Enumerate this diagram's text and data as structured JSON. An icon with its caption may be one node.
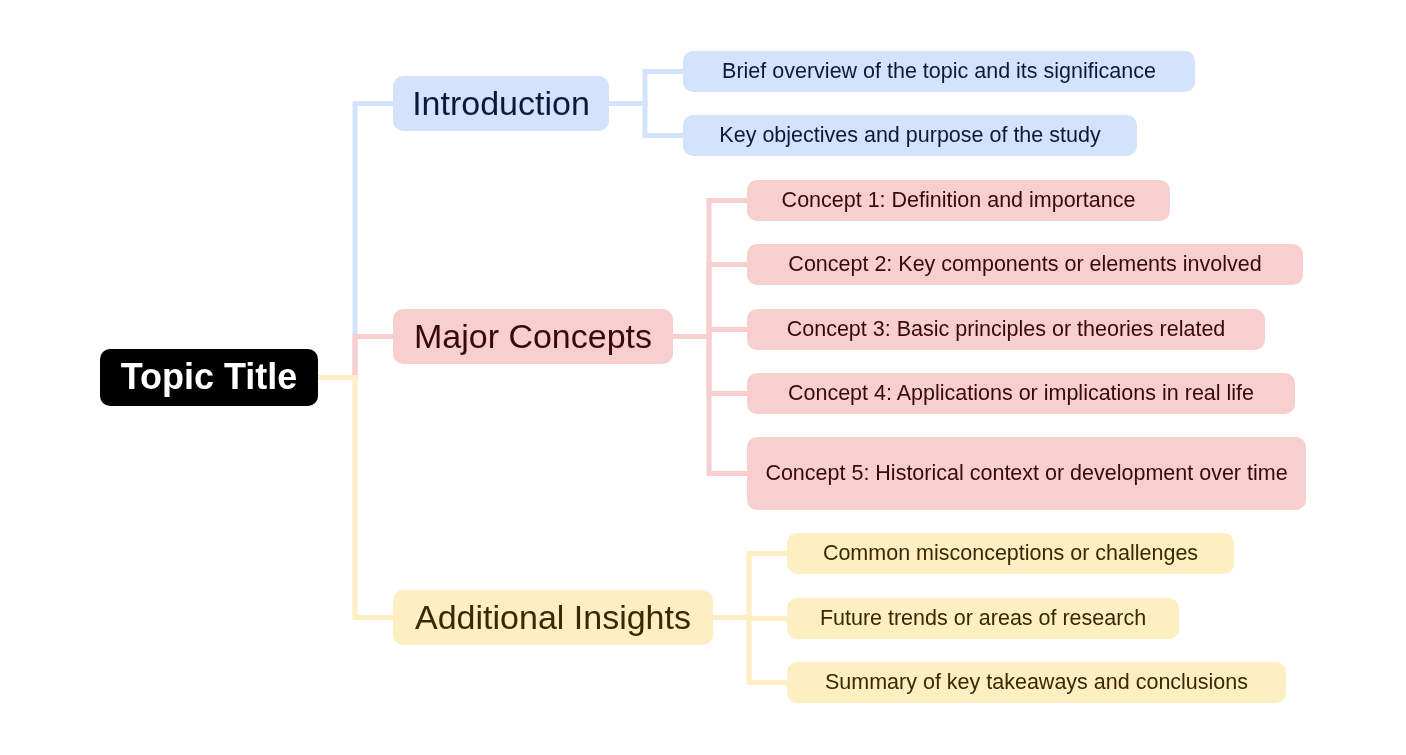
{
  "diagram": {
    "nodes": [
      {
        "text": [
          "Topic Title"
        ]
      },
      {
        "text": [
          "Introduction"
        ]
      },
      {
        "text": [
          "Brief overview of the topic and its significance"
        ]
      },
      {
        "text": [
          "Key objectives and purpose of the study"
        ]
      },
      {
        "text": [
          "Major Concepts"
        ]
      },
      {
        "text": [
          "Concept 1: Definition and importance"
        ]
      },
      {
        "text": [
          "Concept 2: Key components or elements involved"
        ]
      },
      {
        "text": [
          "Concept 3: Basic principles or theories related"
        ]
      },
      {
        "text": [
          "Concept 4: Applications or implications in real life"
        ]
      },
      {
        "text": [
          "Concept 5: Historical context or development over time"
        ]
      },
      {
        "text": [
          "Additional Insights"
        ]
      },
      {
        "text": [
          "Common misconceptions or challenges"
        ]
      },
      {
        "text": [
          "Future trends or areas of research"
        ]
      },
      {
        "text": [
          "Summary of key takeaways and conclusions"
        ]
      }
    ],
    "edges": [
      {
        "from": 0,
        "to": 1,
        "arrow": "none",
        "color": "#d3e3fb"
      },
      {
        "from": 0,
        "to": 4,
        "arrow": "none",
        "color": "#f8cfcf"
      },
      {
        "from": 0,
        "to": 10,
        "arrow": "none",
        "color": "#fdefc1"
      },
      {
        "from": 1,
        "to": 2,
        "arrow": "none",
        "color": "#d3e3fb"
      },
      {
        "from": 1,
        "to": 3,
        "arrow": "none",
        "color": "#d3e3fb"
      },
      {
        "from": 4,
        "to": 5,
        "arrow": "none",
        "color": "#f8cfcf"
      },
      {
        "from": 4,
        "to": 6,
        "arrow": "none",
        "color": "#f8cfcf"
      },
      {
        "from": 4,
        "to": 7,
        "arrow": "none",
        "color": "#f8cfcf"
      },
      {
        "from": 4,
        "to": 8,
        "arrow": "none",
        "color": "#f8cfcf"
      },
      {
        "from": 4,
        "to": 9,
        "arrow": "none",
        "color": "#f8cfcf"
      },
      {
        "from": 10,
        "to": 11,
        "arrow": "none",
        "color": "#fdefc1"
      },
      {
        "from": 10,
        "to": 12,
        "arrow": "none",
        "color": "#fdefc1"
      },
      {
        "from": 10,
        "to": 13,
        "arrow": "none",
        "color": "#fdefc1"
      }
    ]
  }
}
